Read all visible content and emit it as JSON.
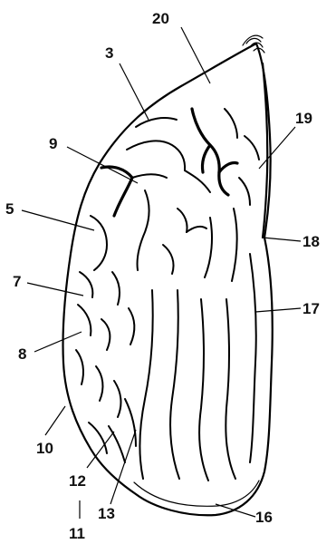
{
  "callouts": [
    {
      "id": "c20",
      "label": "20"
    },
    {
      "id": "c3",
      "label": "3"
    },
    {
      "id": "c19",
      "label": "19"
    },
    {
      "id": "c9",
      "label": "9"
    },
    {
      "id": "c5",
      "label": "5"
    },
    {
      "id": "c18",
      "label": "18"
    },
    {
      "id": "c7",
      "label": "7"
    },
    {
      "id": "c17",
      "label": "17"
    },
    {
      "id": "c8",
      "label": "8"
    },
    {
      "id": "c10",
      "label": "10"
    },
    {
      "id": "c12",
      "label": "12"
    },
    {
      "id": "c13",
      "label": "13"
    },
    {
      "id": "c16",
      "label": "16"
    },
    {
      "id": "c11",
      "label": "11"
    }
  ]
}
